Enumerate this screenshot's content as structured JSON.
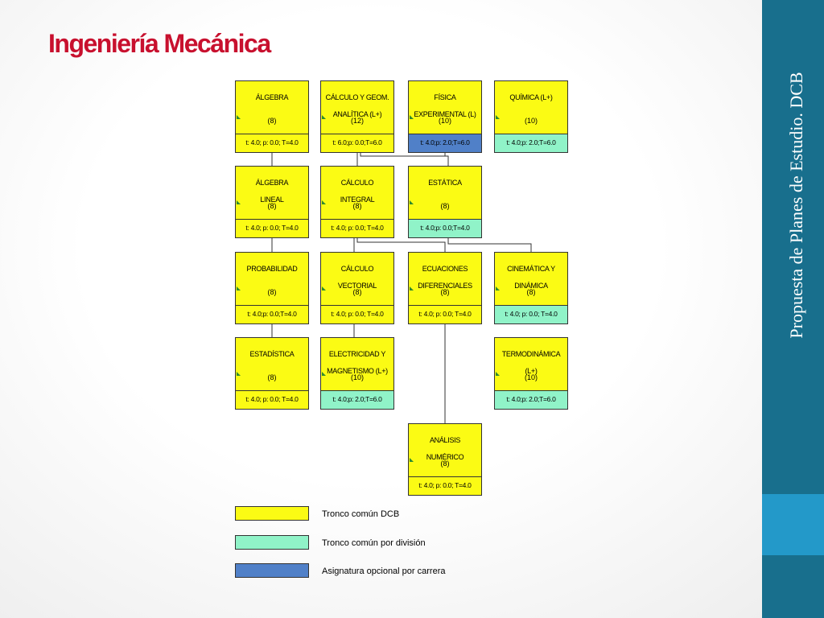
{
  "slide": {
    "title": "Ingeniería Mecánica",
    "sidebar_text": "Propuesta de Planes de Estudio. DCB"
  },
  "colors": {
    "tronco_dcb": "#fbfb14",
    "tronco_division": "#90f3c8",
    "opcional": "#5080c8",
    "sidebar": "#186f8d",
    "title": "#c8102e"
  },
  "courses": {
    "algebra": {
      "name": "ÁLGEBRA",
      "credits": "(8)",
      "hours": "t: 4.0; p: 0.0; T=4.0"
    },
    "calculo_geom": {
      "name": "CÁLCULO Y GEOM.\nANALÍTICA (L+)",
      "credits": "(12)",
      "hours": "t: 6.0;p: 0.0;T=6.0"
    },
    "fisica_exp": {
      "name": "FÍSICA\nEXPERIMENTAL (L)",
      "credits": "(10)",
      "hours": "t: 4.0;p: 2.0;T=6.0"
    },
    "quimica": {
      "name": "QUÍMICA (L+)",
      "credits": "(10)",
      "hours": "t: 4.0;p: 2.0;T=6.0"
    },
    "algebra_lineal": {
      "name": "ÁLGEBRA\nLINEAL",
      "credits": "(8)",
      "hours": "t: 4.0; p: 0.0; T=4.0"
    },
    "calculo_integral": {
      "name": "CÁLCULO\nINTEGRAL",
      "credits": "(8)",
      "hours": "t: 4.0; p: 0.0; T=4.0"
    },
    "estatica": {
      "name": "ESTÁTICA",
      "credits": "(8)",
      "hours": "t: 4.0;p: 0.0;T=4.0"
    },
    "probabilidad": {
      "name": "PROBABILIDAD",
      "credits": "(8)",
      "hours": "t: 4.0;p: 0.0;T=4.0"
    },
    "calculo_vectorial": {
      "name": "CÁLCULO\nVECTORIAL",
      "credits": "(8)",
      "hours": "t: 4.0; p: 0.0; T=4.0"
    },
    "ecuaciones": {
      "name": "ECUACIONES\nDIFERENCIALES",
      "credits": "(8)",
      "hours": "t: 4.0; p: 0.0; T=4.0"
    },
    "cinematica": {
      "name": "CINEMÁTICA Y\nDINÁMICA",
      "credits": "(8)",
      "hours": "t: 4.0; p: 0.0; T=4.0"
    },
    "estadistica": {
      "name": "ESTADÍSTICA",
      "credits": "(8)",
      "hours": "t: 4.0; p: 0.0; T=4.0"
    },
    "electricidad": {
      "name": "ELECTRICIDAD Y\nMAGNETISMO (L+)",
      "credits": "(10)",
      "hours": "t: 4.0;p: 2.0;T=6.0"
    },
    "termodinamica": {
      "name": "TERMODINÁMICA\n(L+)",
      "credits": "(10)",
      "hours": "t: 4.0;p: 2.0;T=6.0"
    },
    "analisis_numerico": {
      "name": "ANÁLISIS\nNUMÉRICO",
      "credits": "(8)",
      "hours": "t: 4.0; p: 0.0; T=4.0"
    }
  },
  "legend": {
    "tronco_dcb": "Tronco común DCB",
    "tronco_division": "Tronco común por división",
    "opcional": "Asignatura opcional por carrera"
  }
}
